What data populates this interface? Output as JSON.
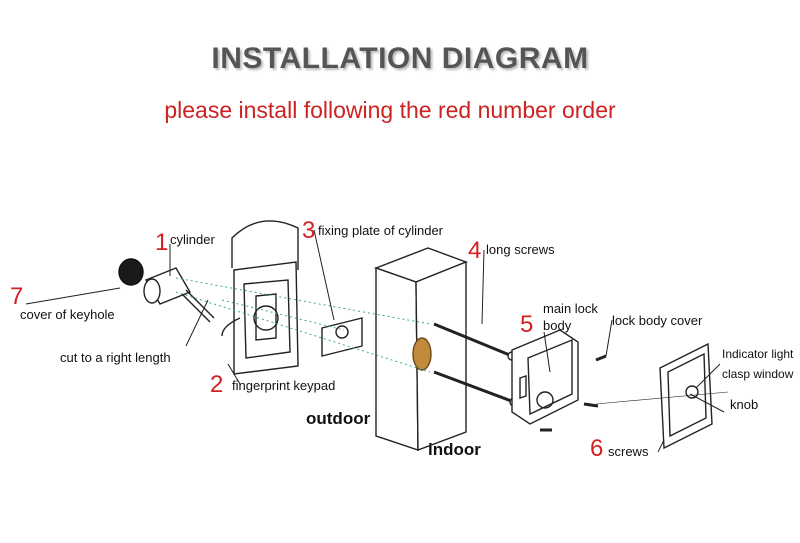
{
  "title": "INSTALLATION DIAGRAM",
  "subtitle": "please install following the red number order",
  "steps": [
    {
      "number": "1",
      "label": "cylinder"
    },
    {
      "number": "2",
      "label": "fingerprint keypad"
    },
    {
      "number": "3",
      "label": "fixing plate of cylinder"
    },
    {
      "number": "4",
      "label": "long screws"
    },
    {
      "number": "5",
      "label_line1": "main lock",
      "label_line2": "body"
    },
    {
      "number": "6",
      "label": "screws"
    },
    {
      "number": "7",
      "label": "cover of keyhole"
    }
  ],
  "labels": {
    "cut": "cut to a right length",
    "lock_body_cover": "lock body cover",
    "indicator_line1": "Indicator light",
    "indicator_line2": "clasp window",
    "knob": "knob",
    "outdoor": "outdoor",
    "indoor": "indoor"
  },
  "colors": {
    "number": "#d42020",
    "guide_line": "#3aa6a0",
    "title": "#555555"
  }
}
